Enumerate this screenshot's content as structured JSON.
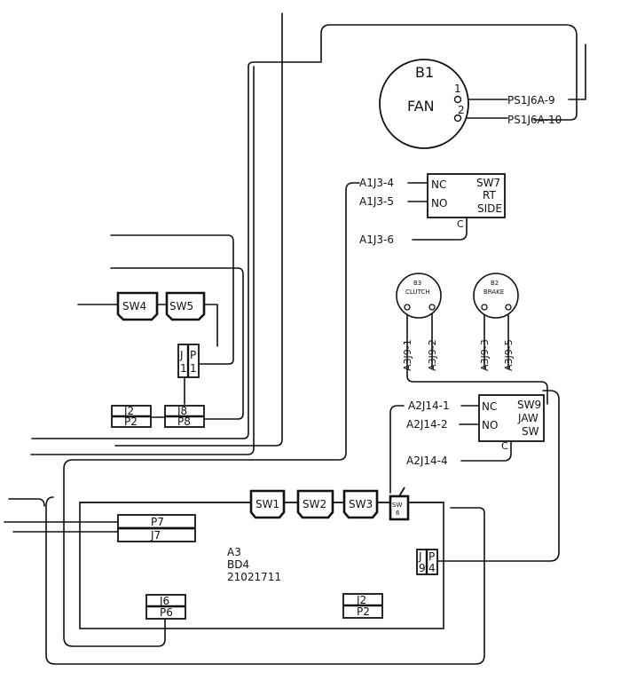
{
  "fan": {
    "ref": "B1",
    "name": "FAN",
    "pin1": "1",
    "pin2": "2",
    "wire1": "PS1J6A-9",
    "wire2": "PS1J6A-10"
  },
  "sw7": {
    "nc": "NC",
    "no": "NO",
    "c": "C",
    "name": "SW7",
    "line2": "RT",
    "line3": "SIDE",
    "w1": "A1J3-4",
    "w2": "A1J3-5",
    "w3": "A1J3-6"
  },
  "b3": {
    "ref": "B3",
    "name": "CLUTCH",
    "w1": "A3J9-1",
    "w2": "A3J9-2"
  },
  "b2": {
    "ref": "B2",
    "name": "BRAKE",
    "w1": "A3J9-3",
    "w2": "A3J9-5"
  },
  "sw9": {
    "nc": "NC",
    "no": "NO",
    "c": "C",
    "name": "SW9",
    "line2": "JAW",
    "line3": "SW",
    "w1": "A2J14-1",
    "w2": "A2J14-2",
    "w3": "A2J14-4"
  },
  "switches": {
    "sw4": "SW4",
    "sw5": "SW5",
    "sw1": "SW1",
    "sw2": "SW2",
    "sw3": "SW3",
    "sw6a": "SW",
    "sw6b": "6"
  },
  "connectors": {
    "jp1": {
      "j": "J",
      "p": "P",
      "n1": "1",
      "n2": "1"
    },
    "jp9": {
      "j": "J",
      "p": "P",
      "n1": "9",
      "n2": "4"
    },
    "j2": "J2",
    "p2": "P2",
    "j8": "J8",
    "p8": "P8",
    "p7": "P7",
    "j7": "J7",
    "j6": "J6",
    "p6": "P6",
    "j2b": "J2",
    "p2b": "P2"
  },
  "board": {
    "ref": "A3",
    "name": "BD4",
    "part": "21021711"
  }
}
